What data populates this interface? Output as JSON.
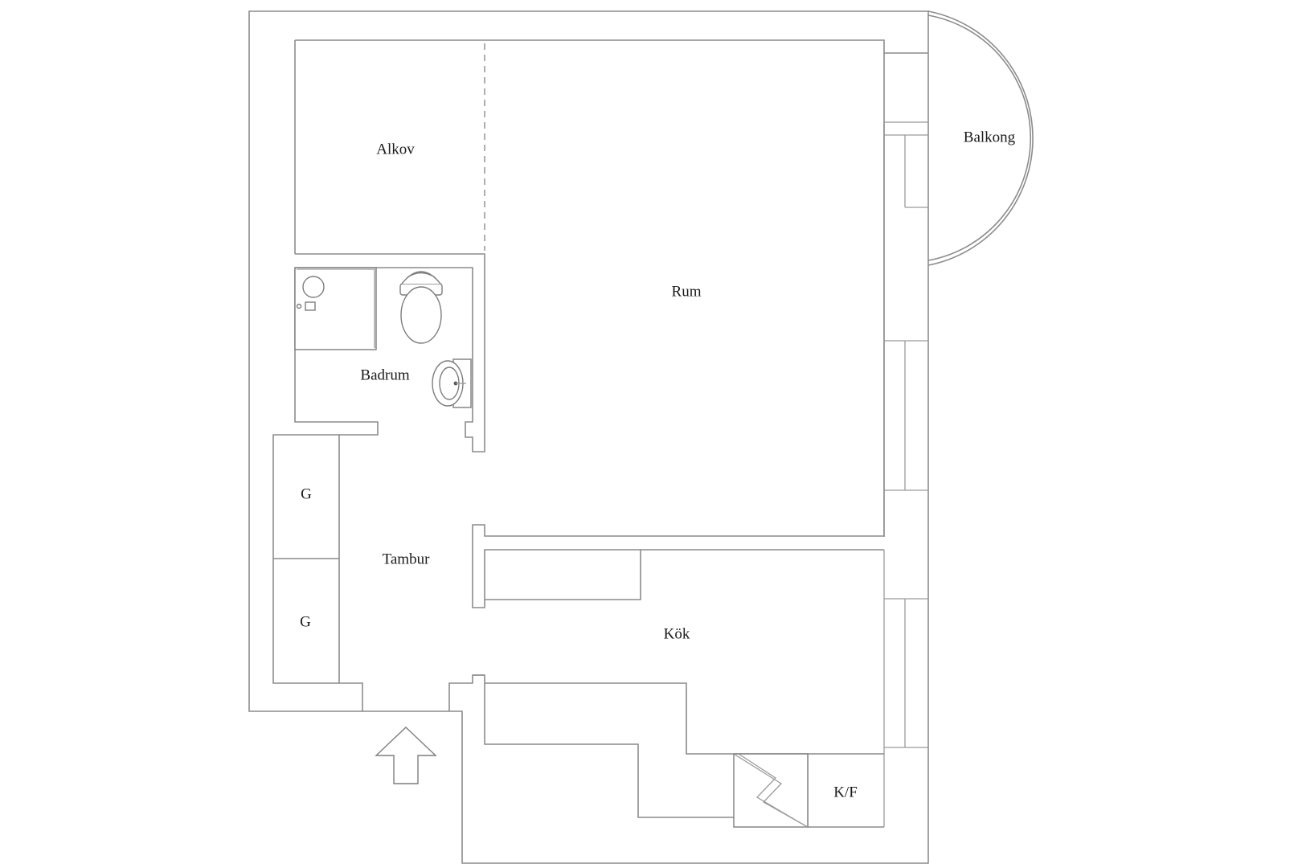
{
  "floor_plan": {
    "rooms": {
      "alkov": "Alkov",
      "rum": "Rum",
      "balkong": "Balkong",
      "badrum": "Badrum",
      "tambur": "Tambur",
      "garderob_1": "G",
      "garderob_2": "G",
      "kok": "Kök",
      "kyl_frys": "K/F"
    },
    "symbols": [
      "entrance-arrow-icon",
      "toilet-icon",
      "shower-icon",
      "washbasin-icon",
      "chimney-icon"
    ],
    "colors": {
      "wall": "#8c8c8c",
      "text": "#1a1a1a",
      "background": "#ffffff"
    }
  }
}
